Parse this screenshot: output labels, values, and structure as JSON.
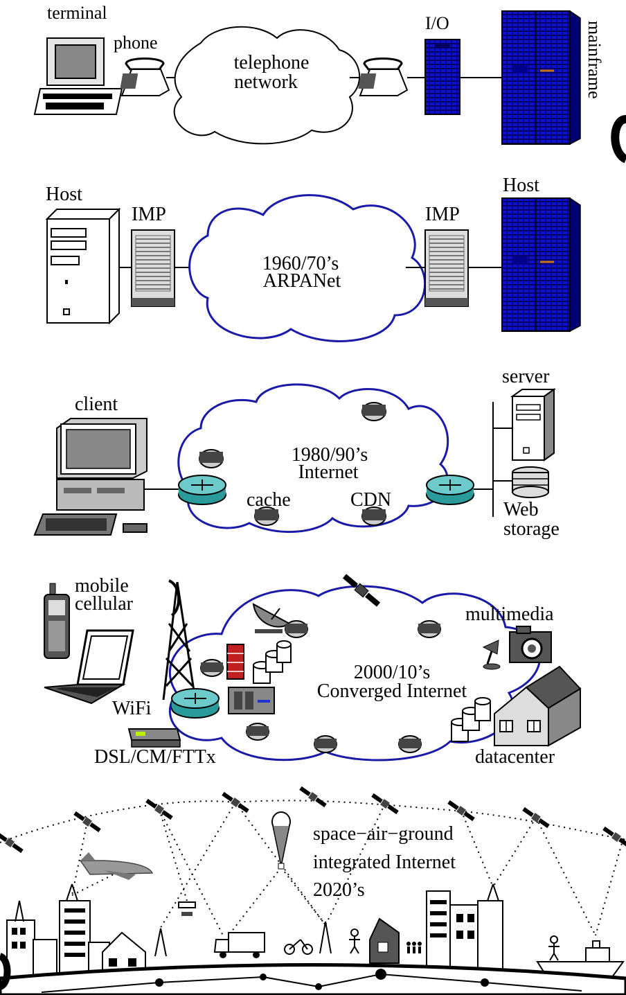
{
  "panel1": {
    "terminal": "terminal",
    "phone": "phone",
    "cloud_line1": "telephone",
    "cloud_line2": "network",
    "io": "I/O",
    "mainframe": "mainframe"
  },
  "panel2": {
    "host_left": "Host",
    "imp_left": "IMP",
    "cloud_line1": "1960/70’s",
    "cloud_line2": "ARPANet",
    "imp_right": "IMP",
    "host_right": "Host"
  },
  "panel3": {
    "client": "client",
    "cloud_line1": "1980/90’s",
    "cloud_line2": "Internet",
    "cache": "cache",
    "cdn": "CDN",
    "server": "server",
    "web_line1": "Web",
    "web_line2": "storage"
  },
  "panel4": {
    "mobile_line1": "mobile",
    "mobile_line2": "cellular",
    "wifi": "WiFi",
    "dsl": "DSL/CM/FTTx",
    "cloud_line1": "2000/10’s",
    "cloud_line2": "Converged Internet",
    "multimedia": "multimedia",
    "datacenter": "datacenter"
  },
  "panel5": {
    "line1": "space−air−ground",
    "line2": "integrated Internet",
    "line3": "2020’s"
  },
  "colors": {
    "cloud_blue": "#1a1aa8",
    "mainframe_blue": "#1010cc",
    "router_teal": "#2a9a9a"
  }
}
